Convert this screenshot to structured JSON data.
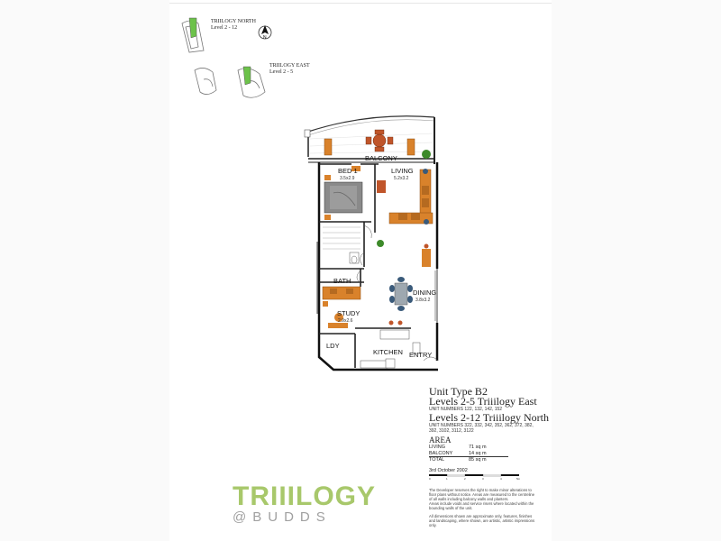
{
  "key_plan": {
    "north_title": "TRIILOGY NORTH",
    "north_levels": "Level 2 - 12",
    "east_title": "TRIILOGY EAST",
    "east_levels": "Level 2 - 5",
    "north_arrow": "N",
    "highlight_color": "#6cc24a"
  },
  "rooms": {
    "balcony": "BALCONY",
    "bed1": "BED 1",
    "bed1_dim": "3.5x2.9",
    "living": "LIVING",
    "living_dim": "5.2x3.2",
    "bath": "BATH",
    "dining": "DINING",
    "dining_dim": "3.8x3.2",
    "study": "STUDY",
    "study_dim": "2.9x2.6",
    "ldy": "LDY",
    "kitchen": "KITCHEN",
    "entry": "ENTRY"
  },
  "info": {
    "unit_type": "Unit Type B2",
    "levels_east": "Levels 2-5 Triiilogy East",
    "unit_numbers_east": "UNIT NUMBERS 122, 132, 142, 152",
    "levels_north": "Levels 2-12 Triiilogy North",
    "unit_numbers_north_1": "UNIT NUMBERS 322, 332, 342, 352, 362, 372, 382,",
    "unit_numbers_north_2": "392, 3102, 3112, 3122",
    "area_heading": "AREA",
    "area": [
      {
        "label": "LIVING",
        "value": "71 sq m"
      },
      {
        "label": "BALCONY",
        "value": "14 sq m"
      },
      {
        "label": "TOTAL",
        "value": "85 sq m"
      }
    ],
    "date": "3rd October 2002",
    "scale_ticks": [
      "0",
      "1",
      "2",
      "3",
      "4",
      "5m"
    ],
    "disclaimer_1": "The Developer reserves the right to make minor alterations to floor plans without notice. Areas are measured to the centreline of all walls including balcony walls and planters.",
    "disclaimer_2": "Areas include voids and service risers where located within the bounding walls of the unit.",
    "disclaimer_3": "All dimensions shown are approximate only, features, finishes and landscaping, where shown, are artistic, artistic impressions only."
  },
  "logo": {
    "main": "TRIIILOGY",
    "sub": "@BUDDS",
    "main_color": "#a8c86b",
    "sub_color": "#a0a0a0"
  }
}
